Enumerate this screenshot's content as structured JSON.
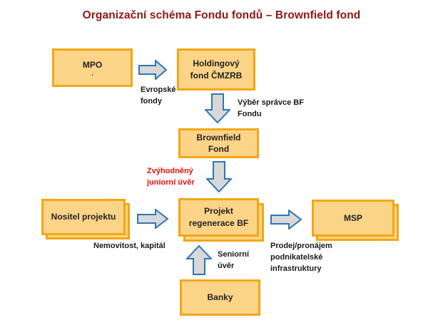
{
  "title": {
    "text": "Organizační schéma Fondu fondů – Brownfield fond"
  },
  "colors": {
    "background": "#FFFFFF",
    "title_color": "#8E1616",
    "box_fill": "#FCD488",
    "box_border": "#F2A714",
    "arrow_fill": "#D8D8D8",
    "arrow_stroke": "#2E75B6",
    "label_color": "#1A1A1A",
    "accent_label_color": "#E8100C"
  },
  "boxes": {
    "mpo": {
      "label": "MPO",
      "note": "."
    },
    "holding": {
      "label": "Holdingový\nfond ČMZRB"
    },
    "brownfield": {
      "label": "Brownfield\nFond"
    },
    "nositel": {
      "label": "Nositel projektu"
    },
    "projekt": {
      "label": "Projekt\nregenerace BF"
    },
    "msp": {
      "label": "MSP"
    },
    "banky": {
      "label": "Banky"
    }
  },
  "edge_labels": {
    "evropske_fondy": "Evropské\nfondy",
    "vyber_spravce": "Výběr správce BF\nFondu",
    "zvyhodneny_uver": "Zvýhodněný\njuniorní úvěr",
    "nemovitost_kapital": "Nemovitost, kapitál",
    "seniorni_uver": "Seniorní\núvěr",
    "prodej_pronajem": "Prodej/pronájem\npodnikatelské\ninfrastruktury"
  },
  "arrows": [
    {
      "from": "mpo",
      "to": "holding",
      "direction": "right",
      "label": "Evropské fondy"
    },
    {
      "from": "holding",
      "to": "brownfield",
      "direction": "down",
      "label": "Výběr správce BF Fondu"
    },
    {
      "from": "brownfield",
      "to": "projekt",
      "direction": "down",
      "label": "Zvýhodněný juniorní úvěr"
    },
    {
      "from": "nositel",
      "to": "projekt",
      "direction": "right",
      "label": "Nemovitost, kapitál"
    },
    {
      "from": "projekt",
      "to": "msp",
      "direction": "right",
      "label": "Prodej/pronájem podnikatelské infrastruktury"
    },
    {
      "from": "banky",
      "to": "projekt",
      "direction": "up",
      "label": "Seniorní úvěr"
    }
  ]
}
